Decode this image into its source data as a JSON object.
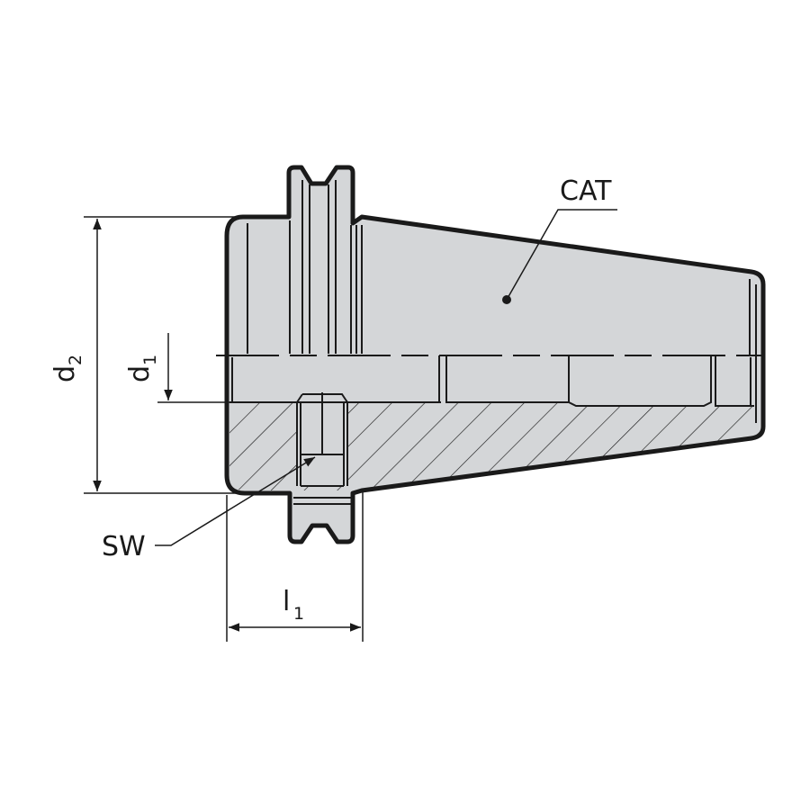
{
  "drawing": {
    "labels": {
      "cat": "CAT",
      "sw": "SW",
      "d2_main": "d",
      "d2_sub": "2",
      "d1_main": "d",
      "d1_sub": "1",
      "l1_main": "l",
      "l1_sub": "1"
    },
    "colors": {
      "body_fill": "#d4d6d8",
      "outline": "#1a1a1a",
      "background": "#ffffff"
    }
  }
}
